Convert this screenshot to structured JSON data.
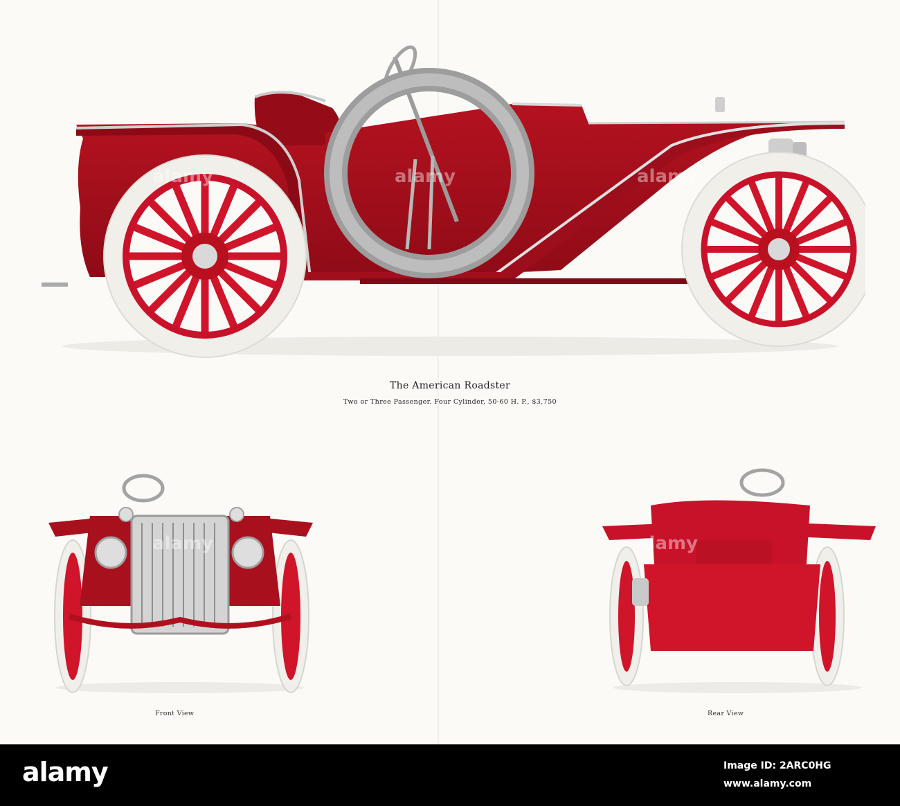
{
  "plate": {
    "title": "The American Roadster",
    "subtitle": "Two or Three Passenger.  Four Cylinder, 50-60 H. P., $3,750",
    "front_caption": "Front View",
    "rear_caption": "Rear View"
  },
  "watermark": {
    "text": "alamy"
  },
  "footer": {
    "logo": "alamy",
    "image_id": "Image ID: 2ARC0HG",
    "url": "www.alamy.com"
  },
  "colors": {
    "body_red": "#a8101e",
    "wheel_red": "#d0142a",
    "tire_white": "#f0efea",
    "paper": "#fbfaf7",
    "footer_black": "#000000"
  }
}
